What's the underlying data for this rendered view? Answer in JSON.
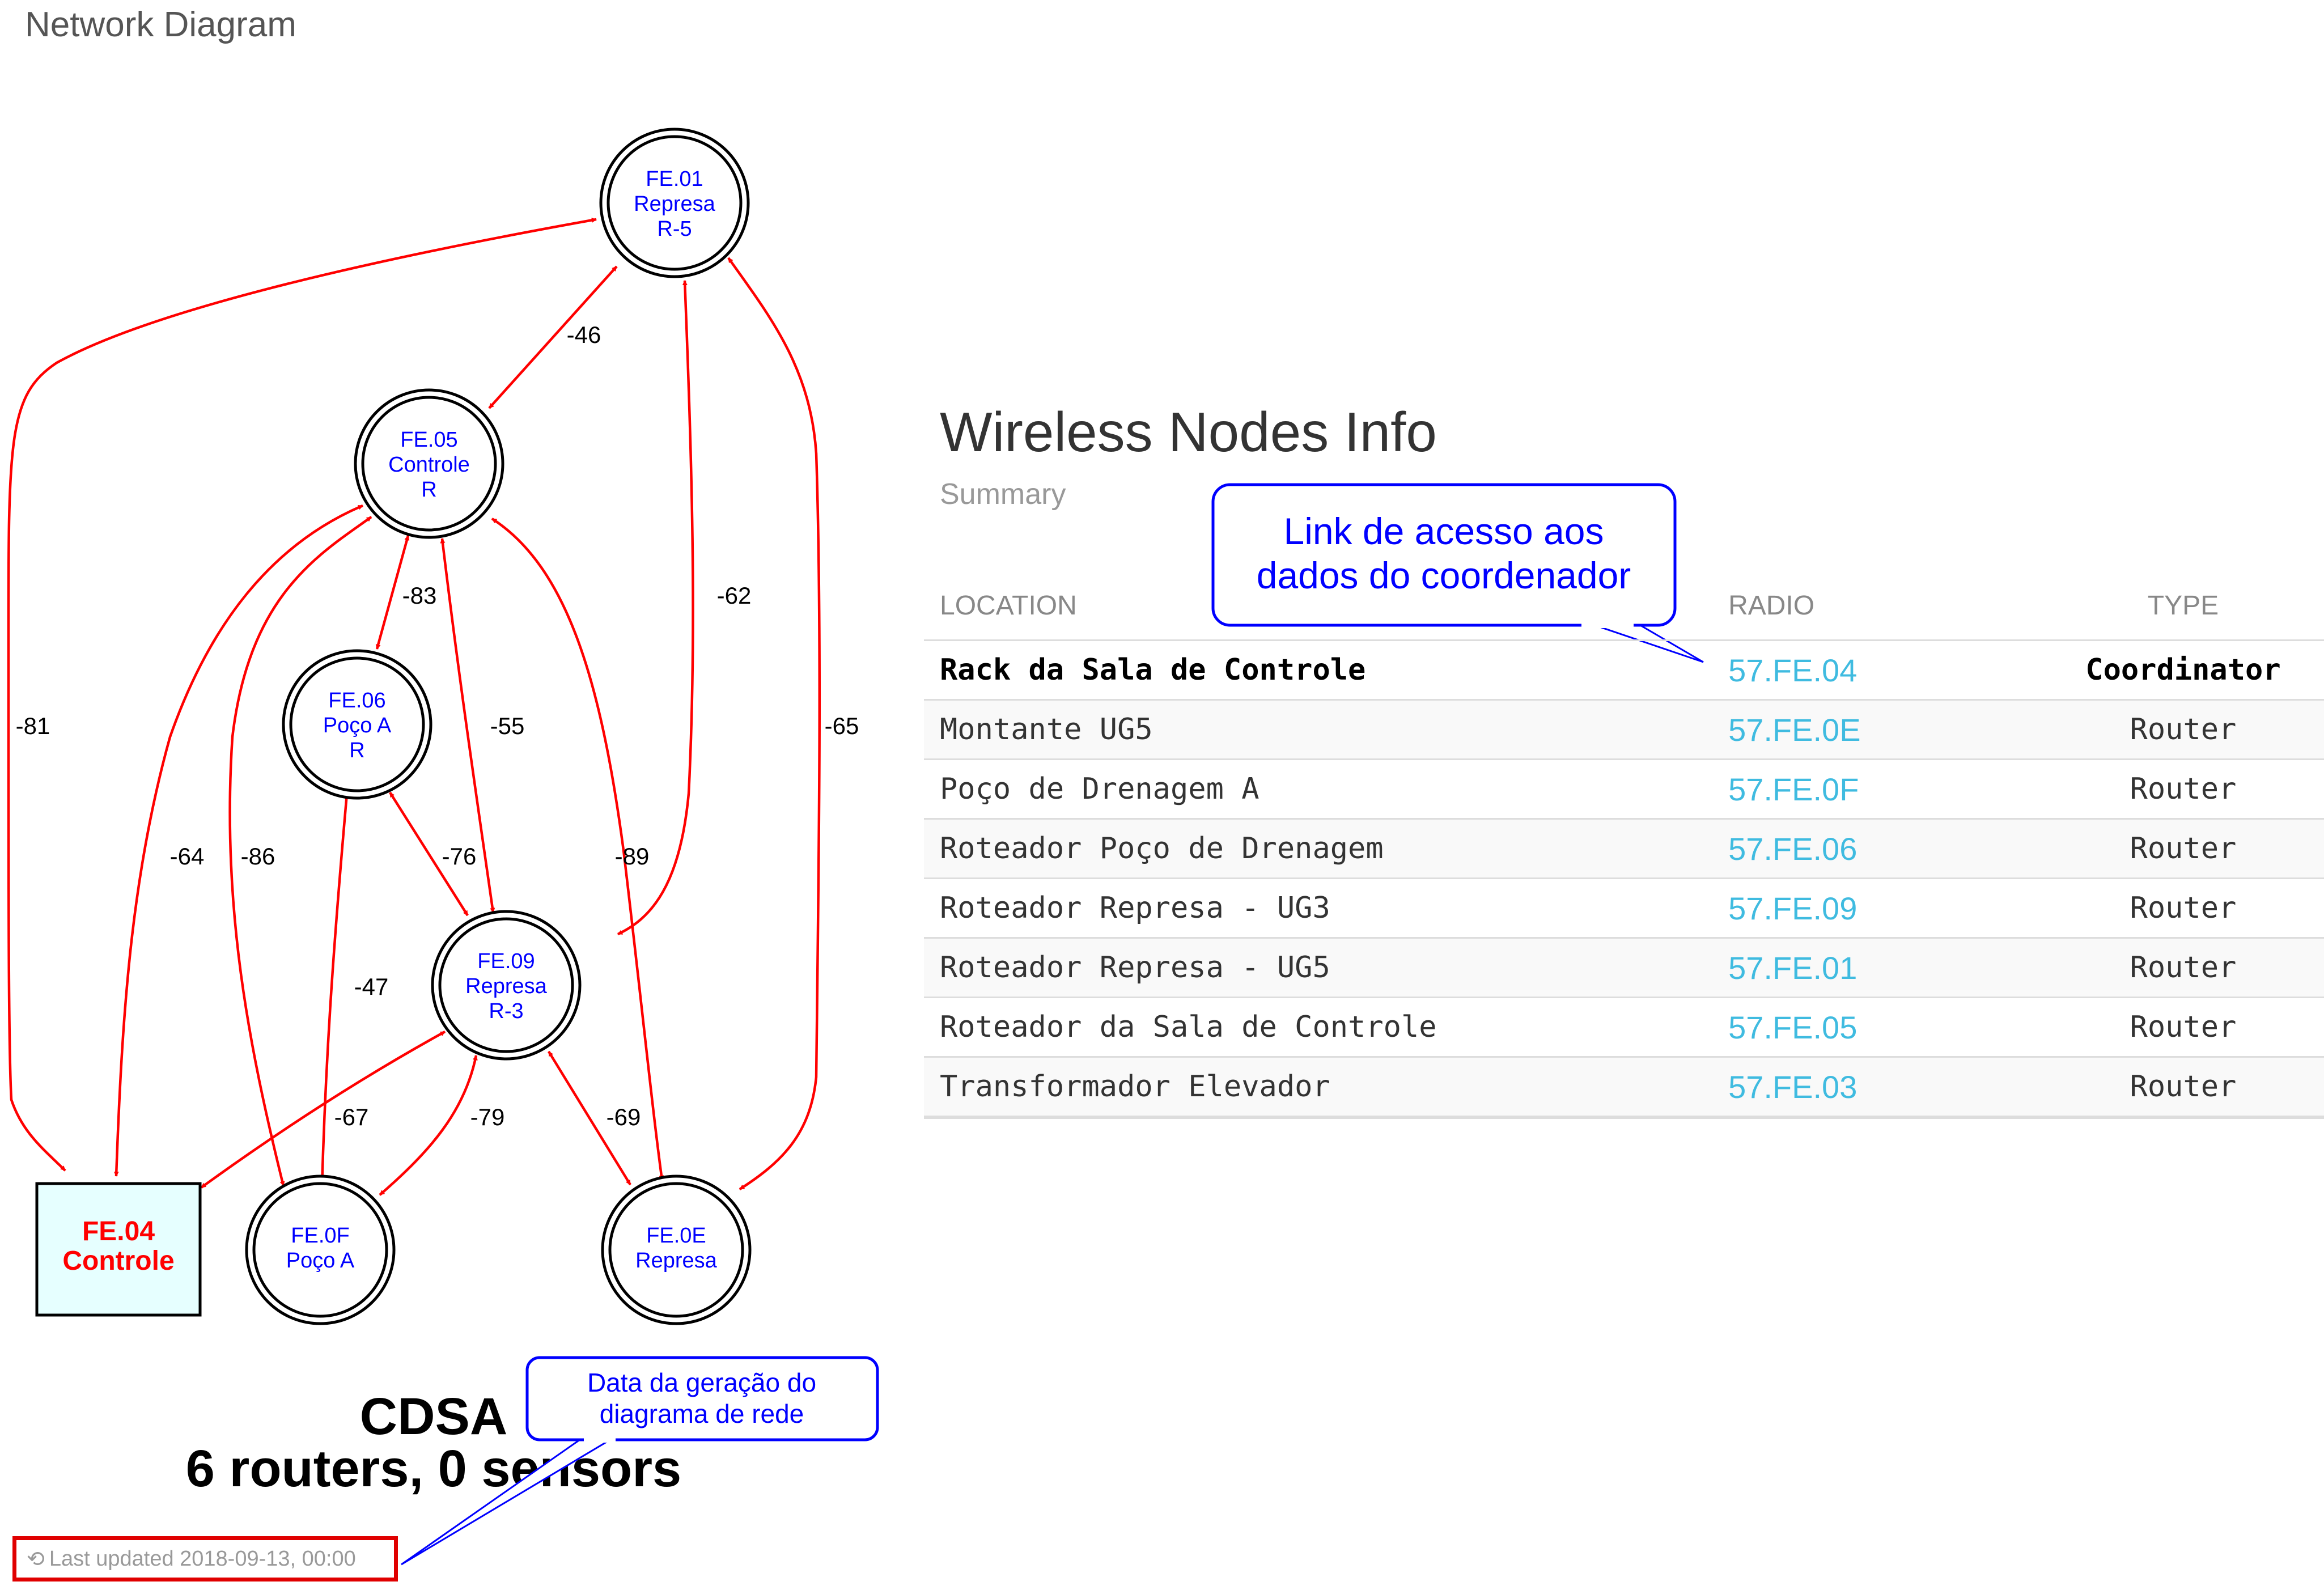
{
  "page": {
    "section_title": "Network Diagram"
  },
  "diagram": {
    "nodes": [
      {
        "id": "FE.01",
        "lines": [
          "FE.01",
          "Represa",
          "R-5"
        ]
      },
      {
        "id": "FE.05",
        "lines": [
          "FE.05",
          "Controle",
          "R"
        ]
      },
      {
        "id": "FE.06",
        "lines": [
          "FE.06",
          "Poço A",
          "R"
        ]
      },
      {
        "id": "FE.09",
        "lines": [
          "FE.09",
          "Represa",
          "R-3"
        ]
      },
      {
        "id": "FE.04",
        "lines": [
          "FE.04",
          "Controle"
        ]
      },
      {
        "id": "FE.0F",
        "lines": [
          "FE.0F",
          "Poço A"
        ]
      },
      {
        "id": "FE.0E",
        "lines": [
          "FE.0E",
          "Represa"
        ]
      }
    ],
    "edge_labels": [
      "-46",
      "-81",
      "-62",
      "-65",
      "-83",
      "-55",
      "-89",
      "-64",
      "-86",
      "-76",
      "-47",
      "-67",
      "-79",
      "-69"
    ],
    "title_line1": "CDSA",
    "title_line2": "6 routers, 0 sensors"
  },
  "wireless": {
    "title": "Wireless Nodes Info",
    "subtitle": "Summary",
    "columns": {
      "location": "LOCATION",
      "radio": "RADIO",
      "type": "TYPE"
    },
    "rows": [
      {
        "location": "Rack da Sala de Controle",
        "radio": "57.FE.04",
        "type": "Coordinator"
      },
      {
        "location": "Montante UG5",
        "radio": "57.FE.0E",
        "type": "Router"
      },
      {
        "location": "Poço de Drenagem A",
        "radio": "57.FE.0F",
        "type": "Router"
      },
      {
        "location": "Roteador Poço de Drenagem",
        "radio": "57.FE.06",
        "type": "Router"
      },
      {
        "location": "Roteador Represa - UG3",
        "radio": "57.FE.09",
        "type": "Router"
      },
      {
        "location": "Roteador Represa - UG5",
        "radio": "57.FE.01",
        "type": "Router"
      },
      {
        "location": "Roteador da Sala de Controle",
        "radio": "57.FE.05",
        "type": "Router"
      },
      {
        "location": "Transformador Elevador",
        "radio": "57.FE.03",
        "type": "Router"
      }
    ]
  },
  "callouts": {
    "coordinator_link": [
      "Link de acesso aos",
      "dados do coordenador"
    ],
    "generation_date": [
      "Data da geração do",
      "diagrama de rede"
    ]
  },
  "footer": {
    "last_updated": "Last updated 2018-09-13, 00:00",
    "icon": "history-icon"
  },
  "colors": {
    "edge": "#ff0000",
    "node_text": "#0000ff",
    "radio_link": "#3fbbe0",
    "alert_row": "#fde4e6",
    "callout": "#0000ff"
  }
}
